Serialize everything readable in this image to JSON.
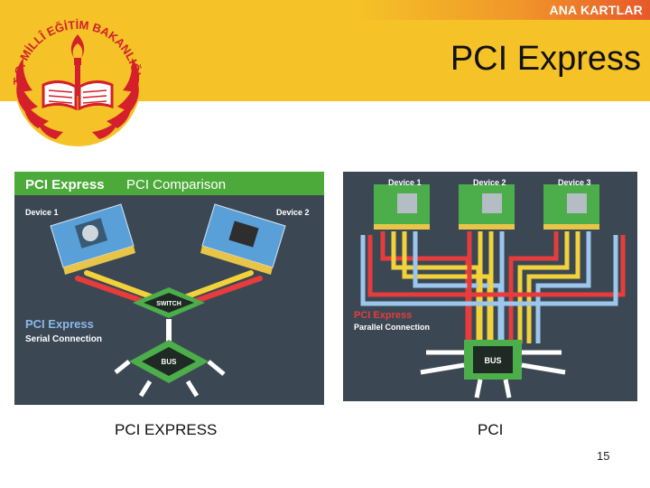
{
  "header": {
    "section_label": "ANA KARTLAR",
    "title": "PCI Express"
  },
  "logo": {
    "text": "T.C. MİLLÎ EĞİTİM BAKANLIĞI"
  },
  "figures": {
    "left": {
      "title_part1": "PCI Express",
      "title_part2": "PCI Comparison",
      "device1": "Device 1",
      "device2": "Device 2",
      "switch": "SWITCH",
      "bus": "BUS",
      "mode_name": "PCI Express",
      "mode_desc": "Serial Connection"
    },
    "right": {
      "device1": "Device 1",
      "device2": "Device 2",
      "device3": "Device 3",
      "mode_name": "PCI Express",
      "mode_desc": "Parallel Connection",
      "bus": "BUS"
    }
  },
  "captions": {
    "left": "PCI EXPRESS",
    "right": "PCI"
  },
  "page_number": "15"
}
